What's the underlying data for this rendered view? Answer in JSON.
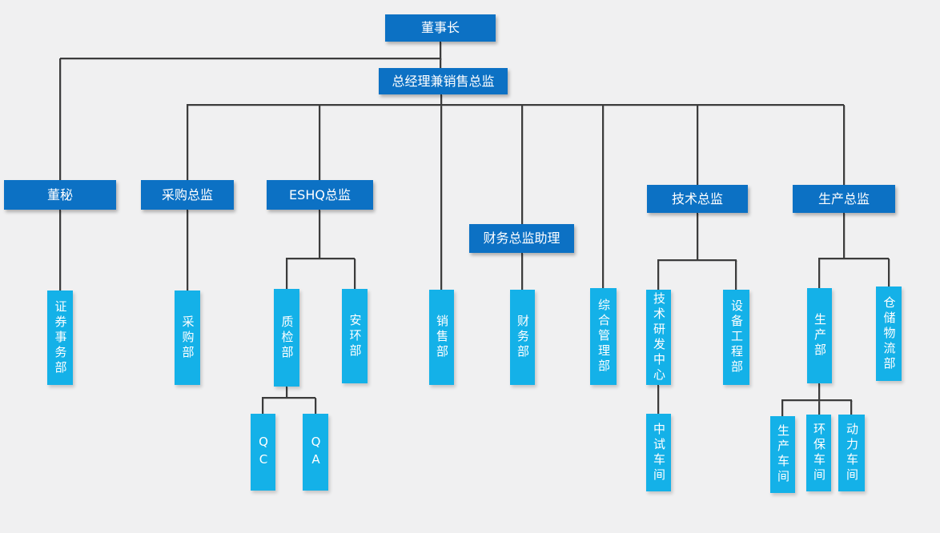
{
  "diagram": {
    "type": "org-chart",
    "background_color": "#f0f0f1",
    "colors": {
      "director_box": "#0c71c4",
      "department_box": "#14b1e8",
      "box_text": "#ffffff",
      "connector_line": "#3c3c3c"
    }
  },
  "nodes": {
    "chairman": "董事长",
    "general_manager": "总经理兼销售总监",
    "board_secretary": "董秘",
    "procurement_director": "采购总监",
    "eshq_director": "ESHQ总监",
    "finance_director_assistant": "财务总监助理",
    "technology_director": "技术总监",
    "production_director": "生产总监",
    "securities_affairs_dept": "证券事务部",
    "procurement_dept": "采购部",
    "quality_inspection_dept": "质检部",
    "safety_environment_dept": "安环部",
    "sales_dept": "销售部",
    "finance_dept": "财务部",
    "general_management_dept": "综合管理部",
    "technology_rd_center": "技术研发中心",
    "equipment_engineering_dept": "设备工程部",
    "production_dept": "生产部",
    "warehouse_logistics_dept": "仓储物流部",
    "qc": "QC",
    "qa": "QA",
    "pilot_workshop": "中试车间",
    "production_workshop": "生产车间",
    "environmental_workshop": "环保车间",
    "power_workshop": "动力车间"
  },
  "hierarchy": {
    "id": "chairman",
    "children": [
      {
        "id": "board_secretary",
        "children": [
          {
            "id": "securities_affairs_dept"
          }
        ]
      },
      {
        "id": "general_manager",
        "children": [
          {
            "id": "procurement_director",
            "children": [
              {
                "id": "procurement_dept"
              }
            ]
          },
          {
            "id": "eshq_director",
            "children": [
              {
                "id": "quality_inspection_dept",
                "children": [
                  {
                    "id": "qc"
                  },
                  {
                    "id": "qa"
                  }
                ]
              },
              {
                "id": "safety_environment_dept"
              }
            ]
          },
          {
            "id": "sales_dept"
          },
          {
            "id": "finance_director_assistant",
            "children": [
              {
                "id": "finance_dept"
              }
            ]
          },
          {
            "id": "general_management_dept"
          },
          {
            "id": "technology_director",
            "children": [
              {
                "id": "technology_rd_center",
                "children": [
                  {
                    "id": "pilot_workshop"
                  }
                ]
              },
              {
                "id": "equipment_engineering_dept"
              }
            ]
          },
          {
            "id": "production_director",
            "children": [
              {
                "id": "production_dept",
                "children": [
                  {
                    "id": "production_workshop"
                  },
                  {
                    "id": "environmental_workshop"
                  },
                  {
                    "id": "power_workshop"
                  }
                ]
              },
              {
                "id": "warehouse_logistics_dept"
              }
            ]
          }
        ]
      }
    ]
  }
}
